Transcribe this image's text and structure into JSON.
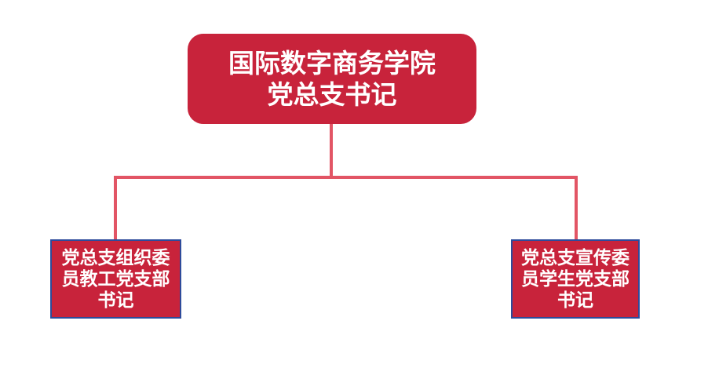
{
  "page": {
    "background_color": "#FFFFFF"
  },
  "org_chart": {
    "type": "org-chart",
    "colors": {
      "node_fill": "#C8233B",
      "node_text": "#FFFFFF",
      "child_node_border": "#2E4B9B",
      "connector_line": "#E25565"
    },
    "root_node": {
      "lines": [
        "国际数字商务学院",
        "党总支书记"
      ]
    },
    "child_nodes": [
      {
        "lines": [
          "党总支组织委",
          "员教工党支部",
          "书记"
        ]
      },
      {
        "lines": [
          "党总支宣传委",
          "员学生党支部",
          "书记"
        ]
      }
    ]
  }
}
